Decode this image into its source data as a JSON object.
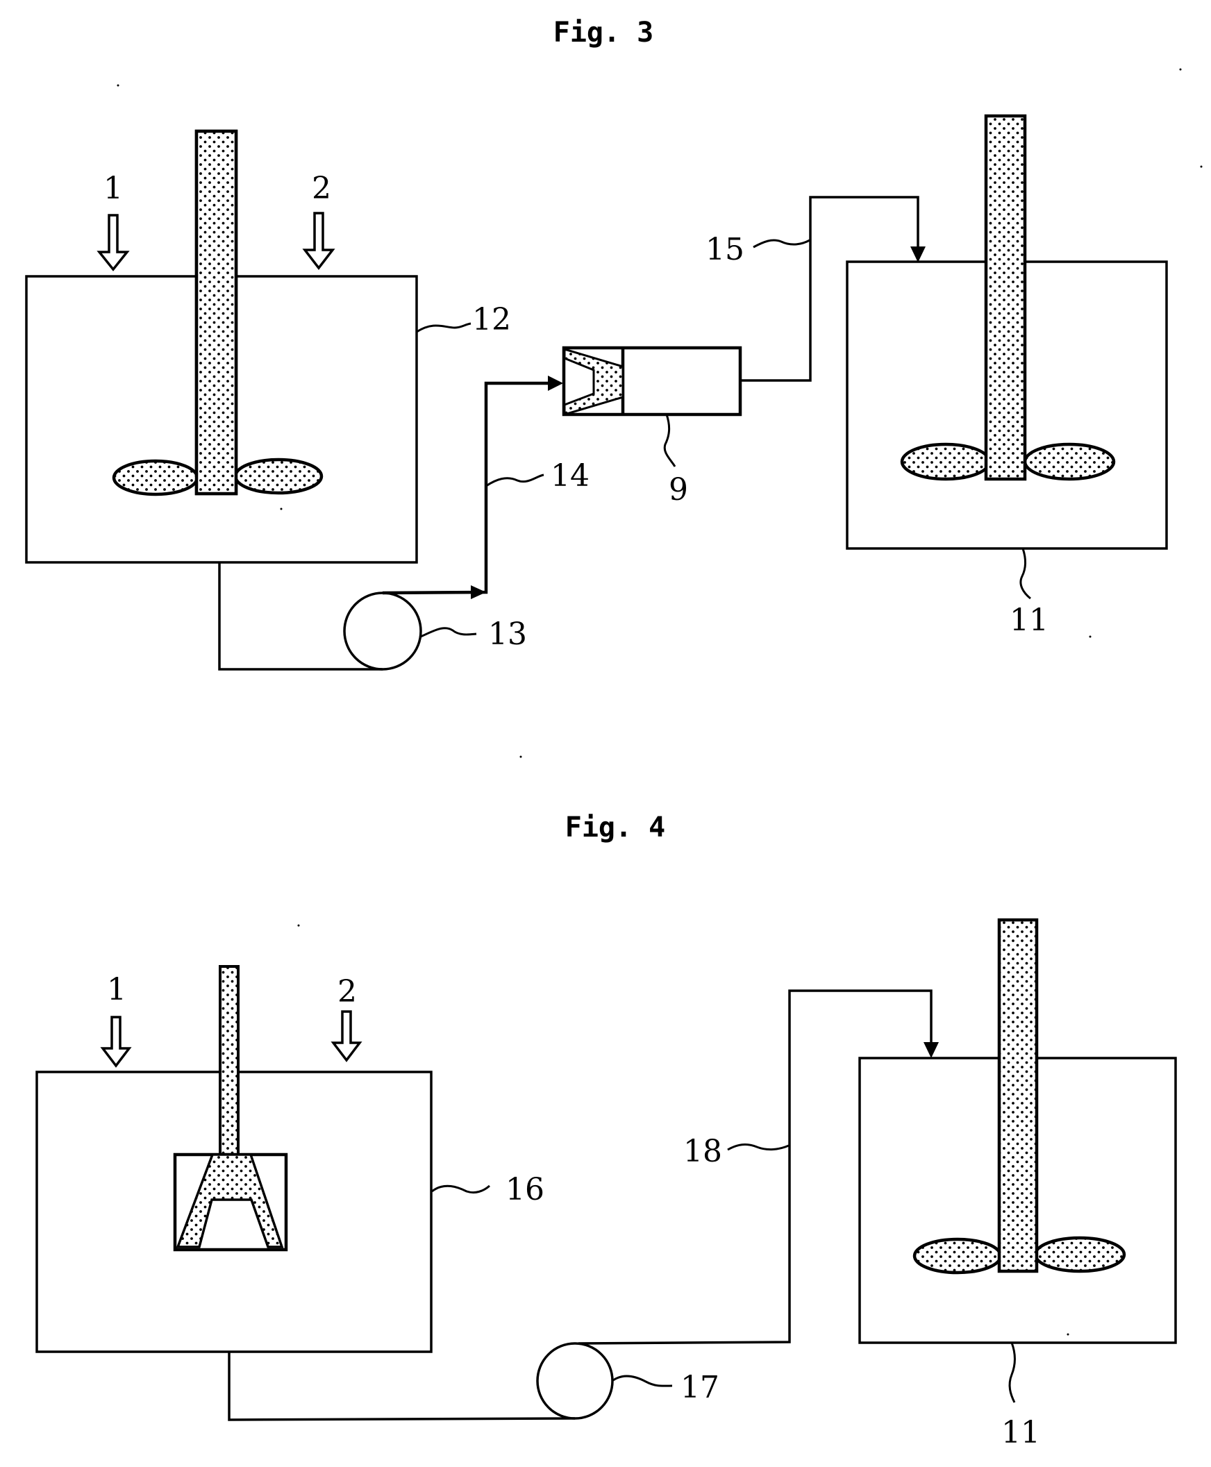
{
  "figures": [
    {
      "title": "Fig. 3",
      "labels": {
        "feed_1": "1",
        "feed_2": "2",
        "premix_tank": "12",
        "pump": "13",
        "pipe_in": "14",
        "pipe_out": "15",
        "disperser": "9",
        "receiving_tank": "11"
      }
    },
    {
      "title": "Fig. 4",
      "labels": {
        "feed_1": "1",
        "feed_2": "2",
        "homogenizer_tank": "16",
        "pump": "17",
        "pipe_out": "18",
        "receiving_tank": "11"
      }
    }
  ],
  "colors": {
    "ink": "#000000",
    "paper": "#ffffff"
  }
}
